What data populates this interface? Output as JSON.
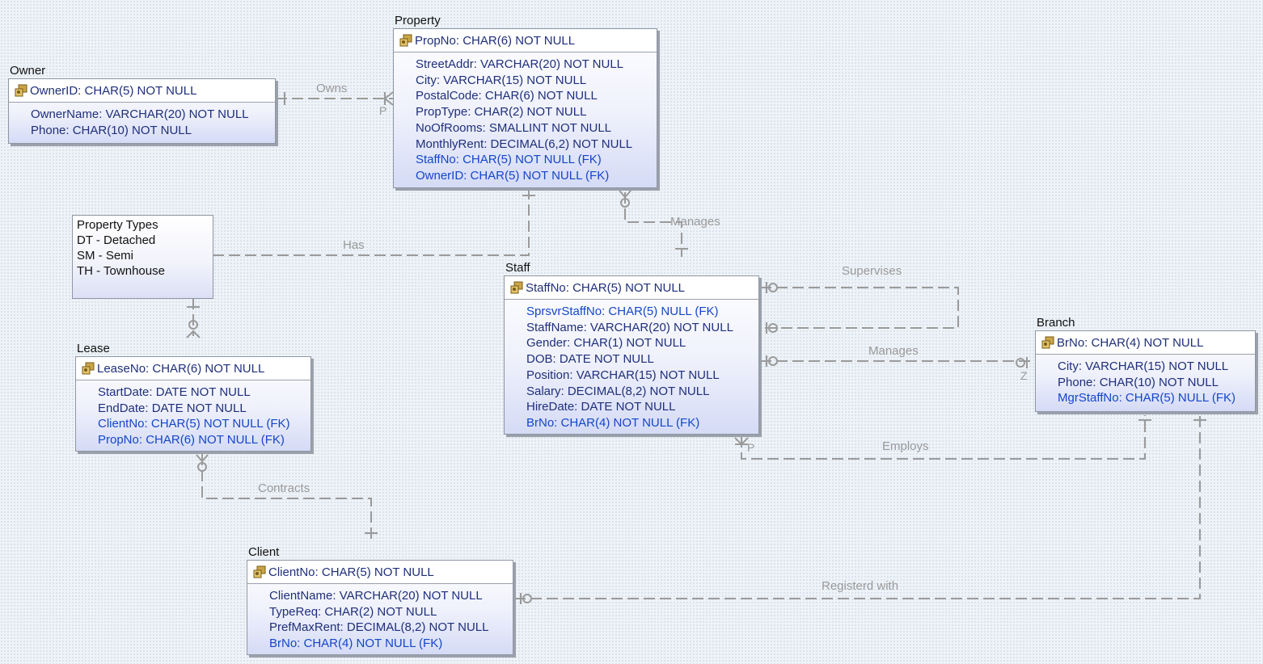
{
  "entities": {
    "owner": {
      "name": "Owner",
      "pk": "OwnerID: CHAR(5) NOT NULL",
      "attrs": [
        "OwnerName: VARCHAR(20) NOT NULL",
        "Phone: CHAR(10) NOT NULL"
      ]
    },
    "property": {
      "name": "Property",
      "pk": "PropNo: CHAR(6) NOT NULL",
      "attrs": [
        "StreetAddr: VARCHAR(20) NOT NULL",
        "City: VARCHAR(15) NOT NULL",
        "PostalCode: CHAR(6) NOT NULL",
        "PropType: CHAR(2) NOT NULL",
        "NoOfRooms: SMALLINT NOT NULL",
        "MonthlyRent: DECIMAL(6,2) NOT NULL",
        "StaffNo: CHAR(5) NOT NULL (FK)",
        "OwnerID: CHAR(5) NOT NULL (FK)"
      ]
    },
    "staff": {
      "name": "Staff",
      "pk": "StaffNo: CHAR(5) NOT NULL",
      "attrs": [
        "SprsvrStaffNo: CHAR(5) NULL (FK)",
        "StaffName: VARCHAR(20) NOT NULL",
        "Gender: CHAR(1) NOT NULL",
        "DOB: DATE NOT NULL",
        "Position: VARCHAR(15) NOT NULL",
        "Salary: DECIMAL(8,2) NOT NULL",
        "HireDate: DATE NOT NULL",
        "BrNo: CHAR(4) NOT NULL (FK)"
      ]
    },
    "branch": {
      "name": "Branch",
      "pk": "BrNo: CHAR(4) NOT NULL",
      "attrs": [
        "City: VARCHAR(15) NOT NULL",
        "Phone: CHAR(10) NOT NULL",
        "MgrStaffNo: CHAR(5) NULL (FK)"
      ]
    },
    "lease": {
      "name": "Lease",
      "pk": "LeaseNo: CHAR(6) NOT NULL",
      "attrs": [
        "StartDate: DATE NOT NULL",
        "EndDate: DATE NOT NULL",
        "ClientNo: CHAR(5) NOT NULL (FK)",
        "PropNo: CHAR(6) NOT NULL (FK)"
      ]
    },
    "client": {
      "name": "Client",
      "pk": "ClientNo: CHAR(5) NOT NULL",
      "attrs": [
        "ClientName: VARCHAR(20) NOT NULL",
        "TypeReq: CHAR(2) NOT NULL",
        "PrefMaxRent: DECIMAL(8,2) NOT NULL",
        "BrNo: CHAR(4) NOT NULL (FK)"
      ]
    }
  },
  "note": {
    "lines": [
      "Property Types",
      "DT - Detached",
      "SM - Semi",
      "TH - Townhouse"
    ]
  },
  "relationships": {
    "owns": "Owns",
    "has": "Has",
    "manages_property": "Manages",
    "supervises": "Supervises",
    "manages_branch": "Manages",
    "employs": "Employs",
    "contracts": "Contracts",
    "registered": "Registerd with"
  },
  "cardinality": {
    "owns": "P",
    "employs": "P",
    "manages_branch": "Z"
  },
  "colors": {
    "attribute": "#1f2f7a",
    "foreign_key": "#1446c8",
    "relationship": "#999999"
  }
}
